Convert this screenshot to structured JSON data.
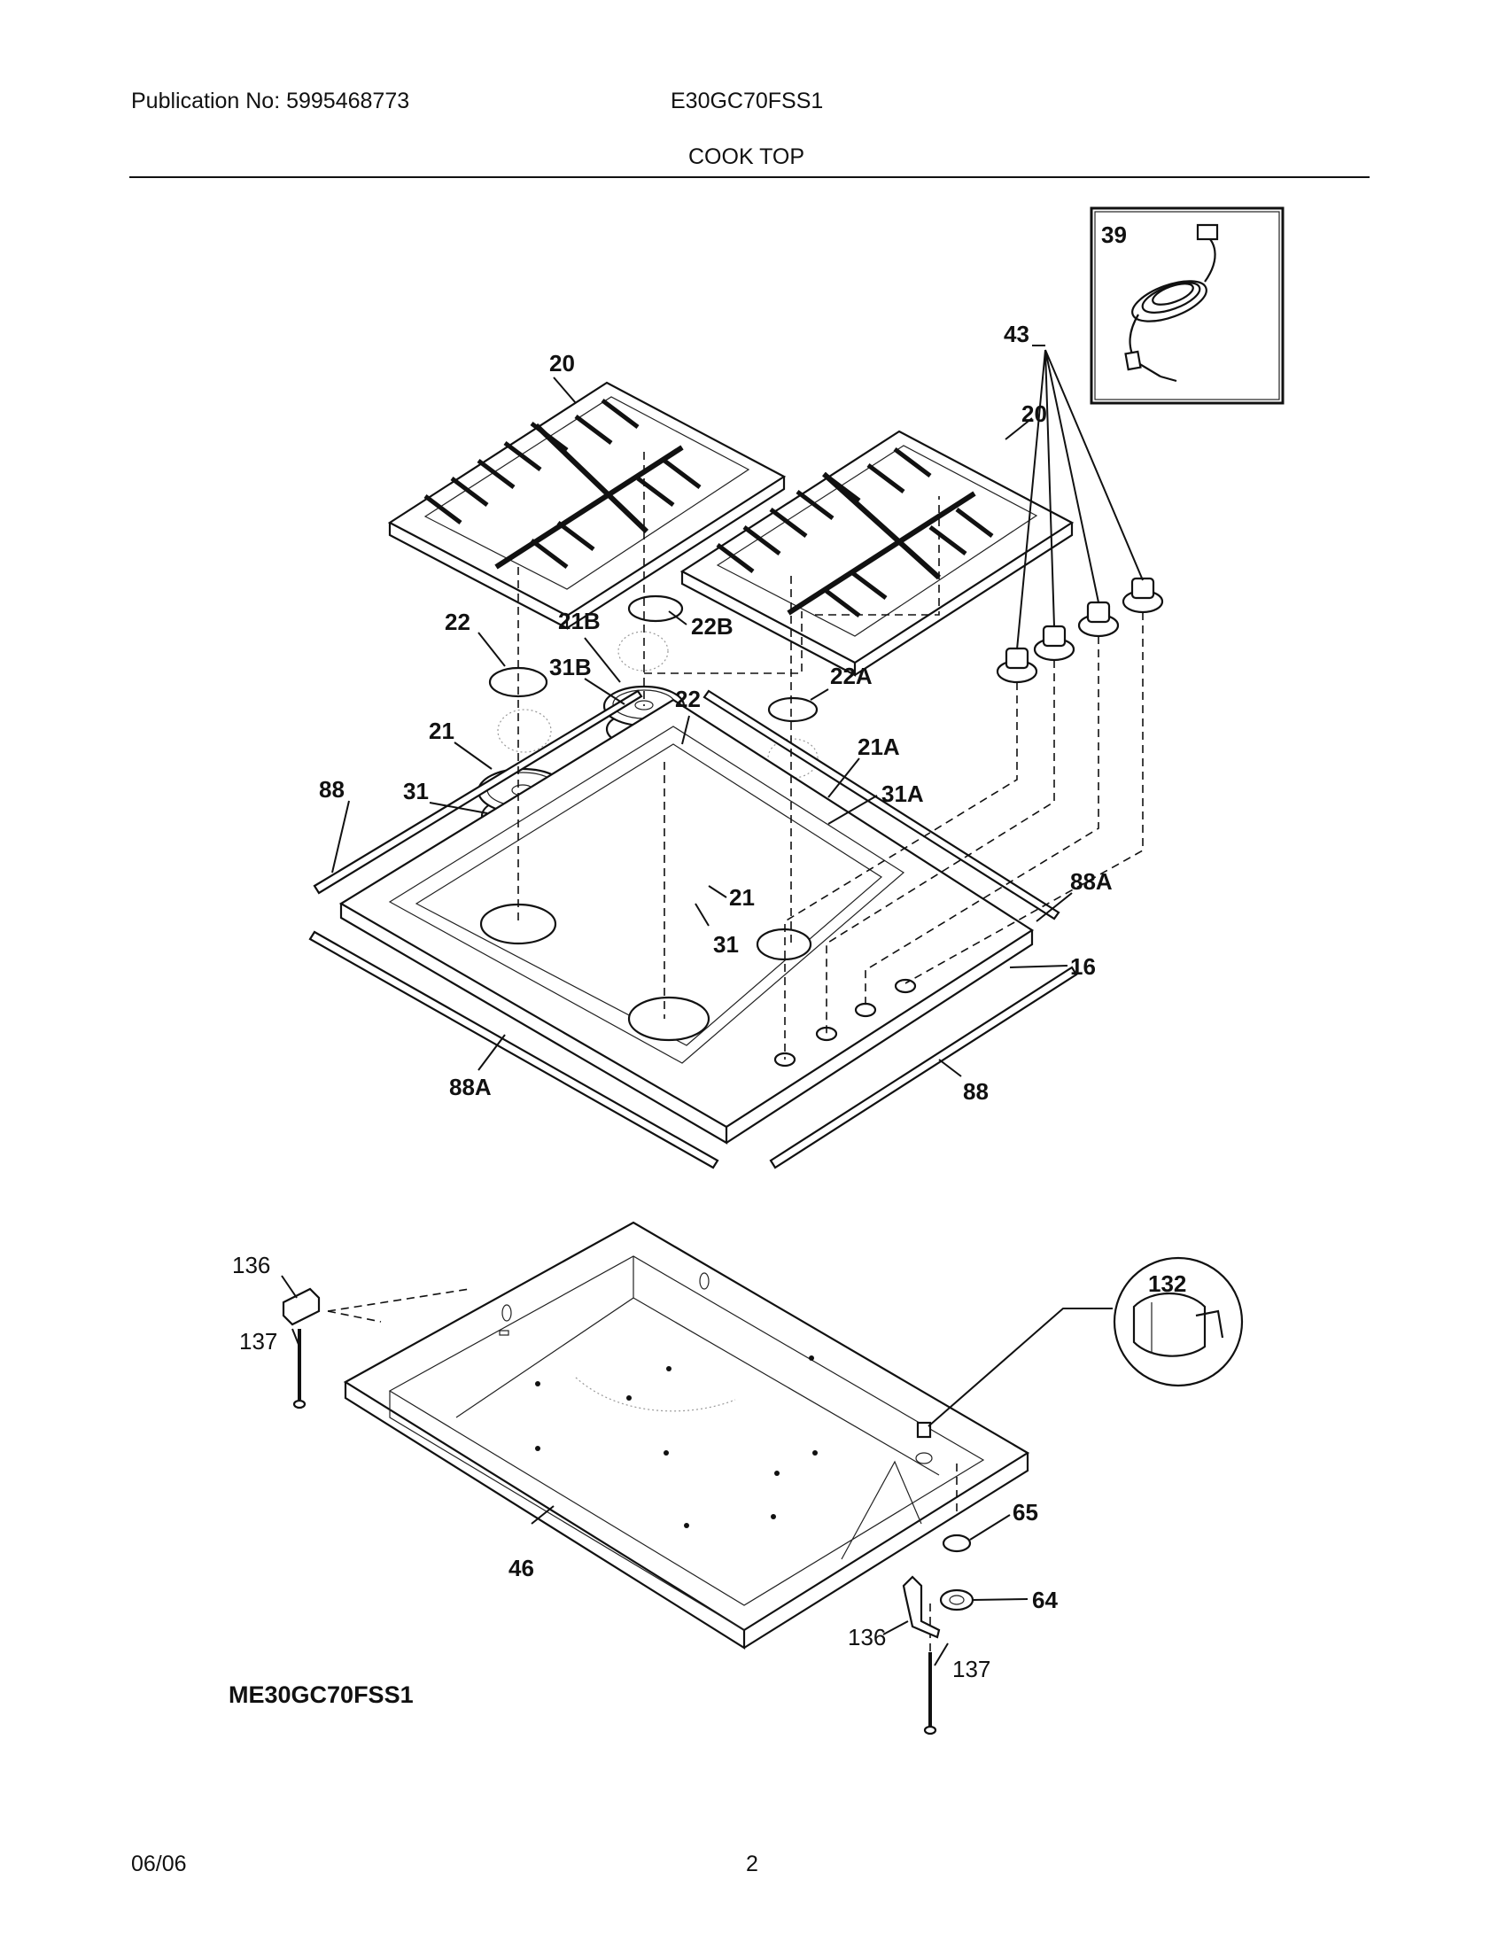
{
  "header": {
    "publication": "Publication No: 5995468773",
    "model": "E30GC70FSS1",
    "section_title": "COOK TOP"
  },
  "callouts": {
    "p20a": "20",
    "p20b": "20",
    "p39": "39",
    "p43": "43",
    "p22a": "22",
    "p21b": "21B",
    "p22b": "22B",
    "p31b": "31B",
    "p22c": "22",
    "p22a_sfx": "22A",
    "p21a": "21",
    "p88a": "88",
    "p31a": "31",
    "p21a_sfx": "21A",
    "p31a_sfx": "31A",
    "p21c": "21",
    "p31c": "31",
    "p88a_sfx": "88A",
    "p16": "16",
    "p88a_bottom": "88A",
    "p88b_bottom": "88",
    "p136a": "136",
    "p137a": "137",
    "p132": "132",
    "p65": "65",
    "p46": "46",
    "p64": "64",
    "p136b": "136",
    "p137b": "137"
  },
  "diagram_model": "ME30GC70FSS1",
  "footer": {
    "date": "06/06",
    "page": "2"
  }
}
